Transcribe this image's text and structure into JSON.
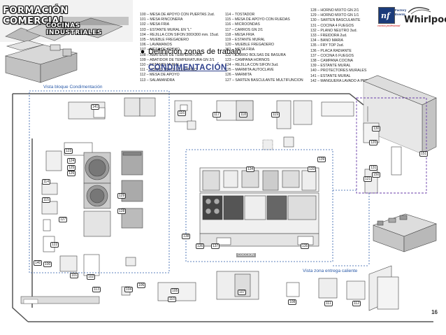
{
  "header": {
    "title_main": "FORMACIÓN COMERCIAL",
    "title_sub": "COCINAS INDUSTRIALES"
  },
  "legend": {
    "col1": [
      "100 – MESA DE APOYO CON PUERTAS 2ud.",
      "101 – MESA RINCONERA",
      "102 – MESA FRIA",
      "103 – ESTANTE MURAL EN “L”",
      "104 – REJILLA CON SIFON 300X300 mm.  15ud.",
      "105 – MUEBLE FREGADERO",
      "106 – LAVAMANOS",
      "107 – MESA DE APOYO",
      "108 – ABATIDOR  DE TEMPERATURA",
      "109 – ABATIDOR DE TEMPERATURA GN 2/1",
      "110 – ESTANTE MURAL",
      "111 – HORNO MIXTO ELECTRICO",
      "112 – MESA DE APOYO",
      "113 – SALAMANDRA"
    ],
    "col2": [
      "114 – TOSTADOR",
      "115 – MESA DE APOYO CON RUEDAS",
      "116 – MICROONDAS",
      "117 – CARROS GN 2/1",
      "118 – MESA FRIA",
      "119 – ESTANTE MURAL",
      "120 – MUEBLE FREGADERO",
      "121 – MESA FRIA",
      "122 – CARRO BOLSAS DE BASURA",
      "123 – CAMPANA HORNOS",
      "124 – REJILLA CON SIFON 3ud.",
      "125 – MARMITA AUTOCLAVE",
      "126 – MARMITA",
      "127 – SARTEN BASCULANTE MULTIFUNCION"
    ],
    "col3": [
      "128 – HORNO MIXTO GN 2/1",
      "129 – HORNO MIXTO GN 1/1",
      "130 – SARTEN BASCULANTE",
      "131 – COCINA 4 FUEGOS",
      "132 – PLANO NEUTRO  3ud.",
      "133 – FREIDORA 2ud.",
      "134 – BAÑO MARIA",
      "135 – FRY TOP 2ud.",
      "136 – PLACA RADIANTE",
      "137 – COCINA 6 FUEGOS",
      "138 – CAMPANA COCINA",
      "139 – ESTANTE MURAL",
      "140 – PROTECTORES MURALES",
      "141 – ESTANTE MURAL",
      "142 – MANGUERA LAVADO A PRESION"
    ]
  },
  "overlay": {
    "title": "Definición zonas de trabajo",
    "subtitle": "CONDIMENTACIÓN"
  },
  "labels": {
    "view_condimentacion": "Vista bloque Condimentación",
    "view_entrega": "Vista zona entrega caliente",
    "coccion": "COCCION"
  },
  "logos": {
    "brand": "Whirlpool",
    "partner_line1": "Factory",
    "partner_line2": "Events",
    "partner_sub": "cocina profesional"
  },
  "tags": {
    "t141": "141",
    "t116": "116",
    "t117": "117",
    "t118": "118",
    "t119": "119",
    "t123": "123",
    "t124": "124",
    "t125": "125",
    "t126": "126",
    "t127": "127",
    "t128": "128",
    "t129": "129",
    "t133": "133",
    "t134": "134",
    "t135": "135",
    "t136": "136",
    "t137": "137",
    "t138": "138",
    "t139": "139",
    "t140": "140",
    "t130": "130",
    "t131": "131",
    "t100": "100",
    "t101": "101",
    "t102": "102",
    "t104": "104",
    "t105": "105",
    "t106": "106",
    "t107": "107",
    "t108": "108",
    "t110": "110",
    "t111": "111",
    "t112": "112",
    "t113": "113",
    "t114": "114",
    "t115": "115",
    "t120": "120",
    "t121": "121",
    "t122": "122",
    "t150": "150",
    "t151": "151"
  },
  "page_number": "16",
  "colors": {
    "dashed_blue": "#2a5aa8",
    "dashed_purple": "#6a3ea8"
  }
}
